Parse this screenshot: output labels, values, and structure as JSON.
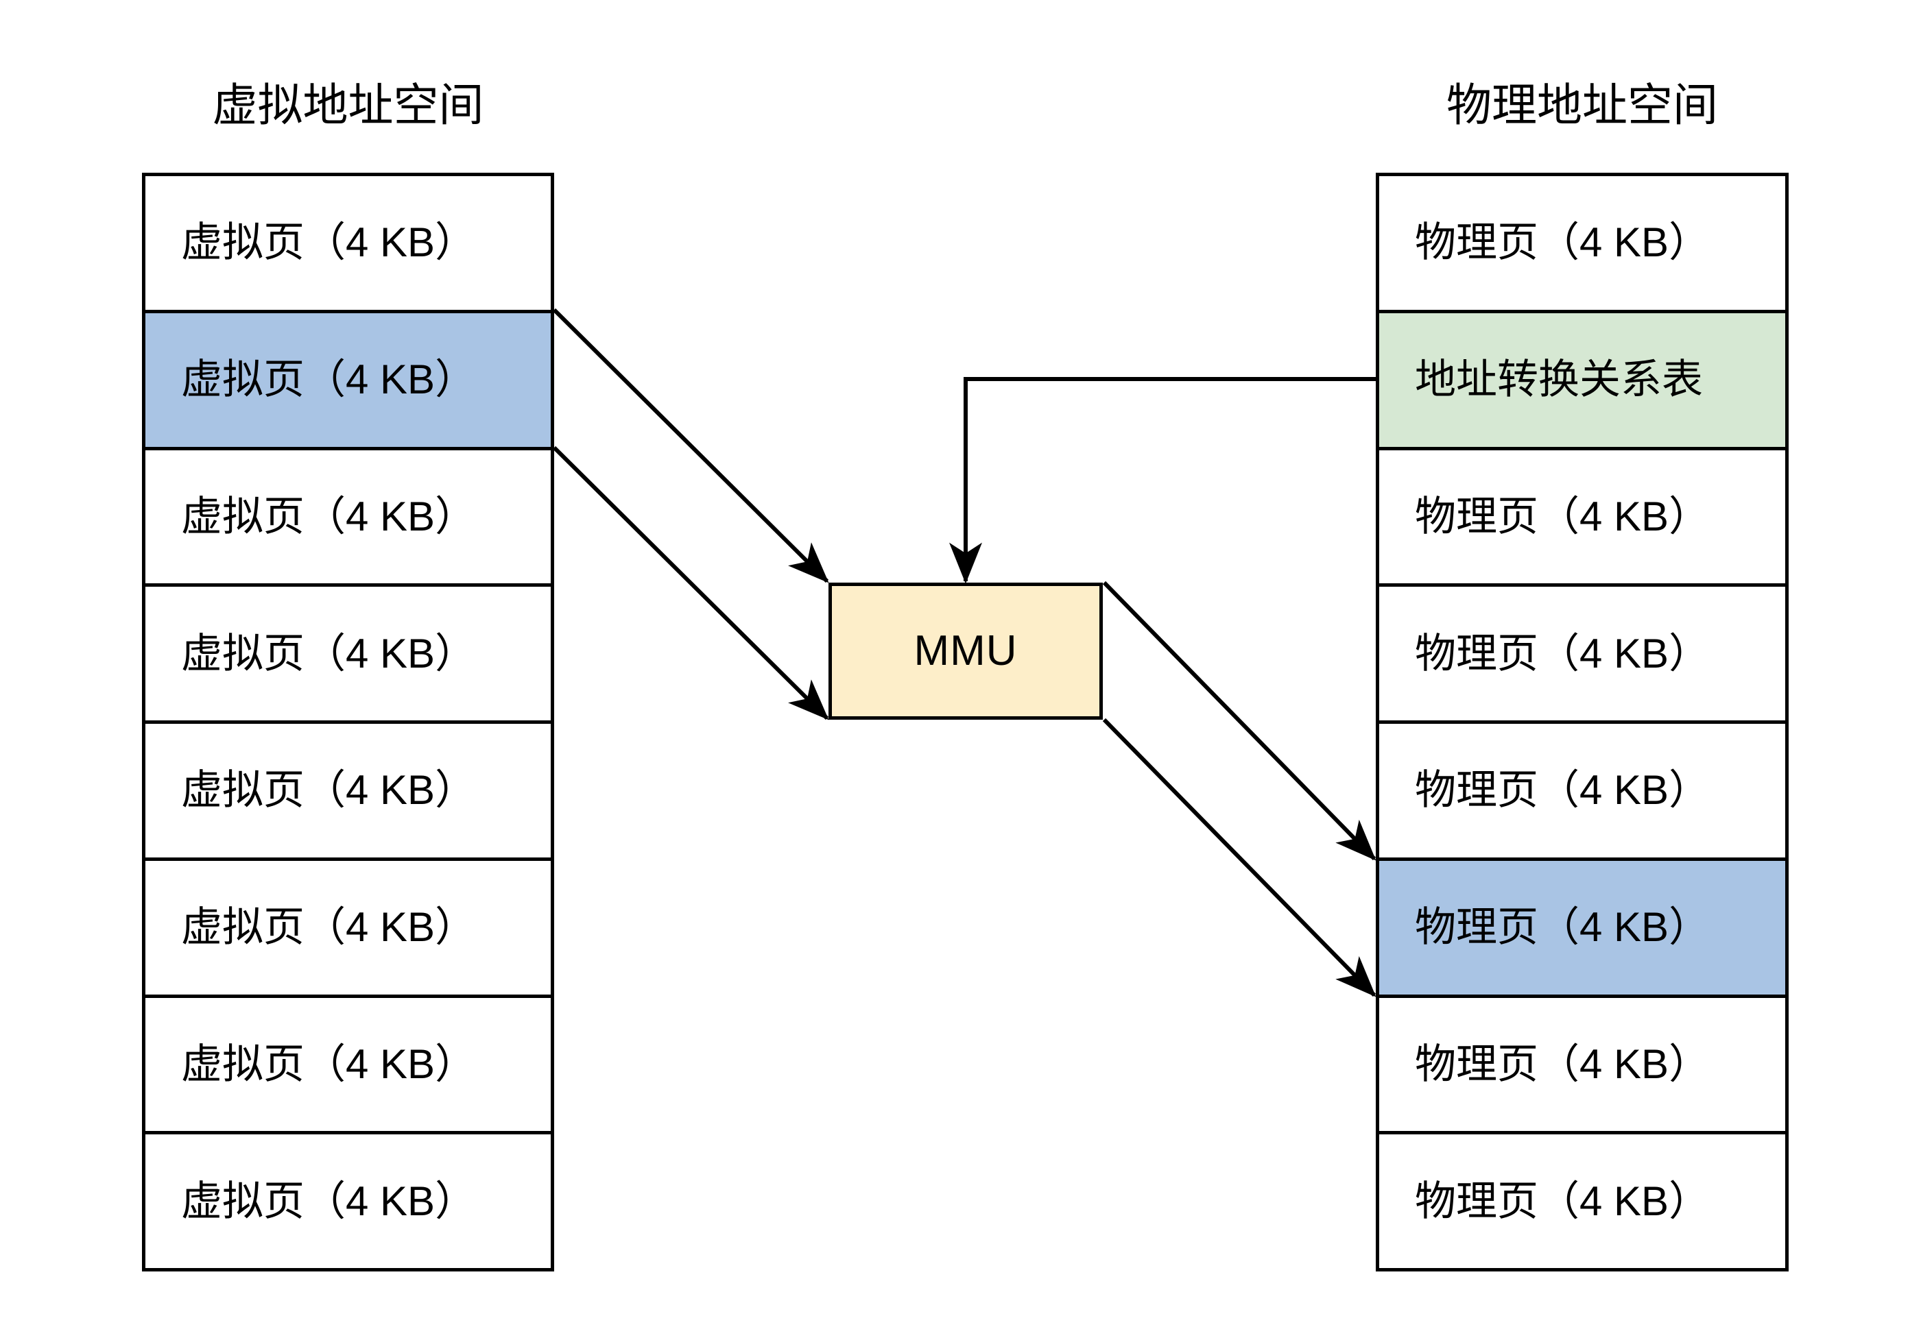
{
  "diagram": {
    "title_left": "虚拟地址空间",
    "title_right": "物理地址空间",
    "mmu_label": "MMU",
    "colors": {
      "highlight_blue": "#a9c4e4",
      "table_green": "#d6e8d3",
      "mmu_yellow": "#fdeec9",
      "stroke": "#000000",
      "background": "#ffffff"
    }
  },
  "virtual_space": {
    "title": "虚拟地址空间",
    "rows": [
      {
        "label": "虚拟页（4 KB）",
        "fill": "none"
      },
      {
        "label": "虚拟页（4 KB）",
        "fill": "blue"
      },
      {
        "label": "虚拟页（4 KB）",
        "fill": "none"
      },
      {
        "label": "虚拟页（4 KB）",
        "fill": "none"
      },
      {
        "label": "虚拟页（4 KB）",
        "fill": "none"
      },
      {
        "label": "虚拟页（4 KB）",
        "fill": "none"
      },
      {
        "label": "虚拟页（4 KB）",
        "fill": "none"
      },
      {
        "label": "虚拟页（4 KB）",
        "fill": "none"
      }
    ]
  },
  "physical_space": {
    "title": "物理地址空间",
    "rows": [
      {
        "label": "物理页（4 KB）",
        "fill": "none"
      },
      {
        "label": "地址转换关系表",
        "fill": "green"
      },
      {
        "label": "物理页（4 KB）",
        "fill": "none"
      },
      {
        "label": "物理页（4 KB）",
        "fill": "none"
      },
      {
        "label": "物理页（4 KB）",
        "fill": "none"
      },
      {
        "label": "物理页（4 KB）",
        "fill": "blue"
      },
      {
        "label": "物理页（4 KB）",
        "fill": "none"
      },
      {
        "label": "物理页（4 KB）",
        "fill": "none"
      }
    ]
  },
  "mmu": {
    "label": "MMU"
  },
  "connections": [
    {
      "from": "virtual-page-2-top-right",
      "to": "mmu-top-left",
      "style": "straight-arrow"
    },
    {
      "from": "virtual-page-2-bottom-right",
      "to": "mmu-bottom-left",
      "style": "straight-arrow"
    },
    {
      "from": "address-translation-table-left",
      "to": "mmu-top",
      "style": "orthogonal-arrow"
    },
    {
      "from": "mmu-top-right",
      "to": "physical-page-6-top-left",
      "style": "straight-arrow"
    },
    {
      "from": "mmu-bottom-right",
      "to": "physical-page-6-bottom-left",
      "style": "straight-arrow"
    }
  ]
}
